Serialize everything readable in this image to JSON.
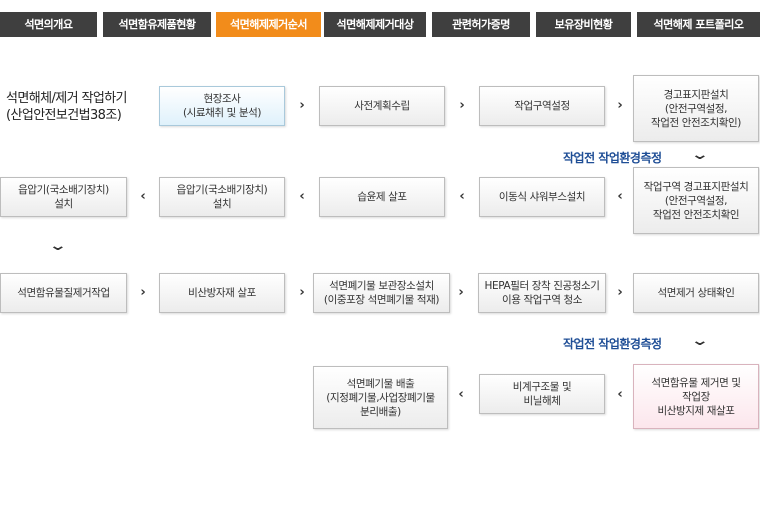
{
  "tabs": [
    {
      "label": "석면의개요",
      "active": false
    },
    {
      "label": "석면함유제품현황",
      "active": false
    },
    {
      "label": "석면해제제거순서",
      "active": true
    },
    {
      "label": "석면해제제거대상",
      "active": false
    },
    {
      "label": "관련허가증명",
      "active": false
    },
    {
      "label": "보유장비현황",
      "active": false
    },
    {
      "label": "석면해제 포트폴리오",
      "active": false
    }
  ],
  "start_title": "석면해체/제거 작업하기\n(산업안전보건법38조)",
  "measure_label": "작업전 작업환경측정",
  "arrows": {
    "right": "›",
    "left": "‹",
    "down": "⌄"
  },
  "row1": [
    "현장조사\n(시료채취 및 분석)",
    "사전계획수립",
    "작업구역설정",
    "경고표지판설치\n(안전구역설정,\n작업전 안전조치확인)"
  ],
  "row2": [
    "읍압기(국소배기장치)\n설치",
    "읍압기(국소배기장치)\n설치",
    "습윤제 살포",
    "이동식 샤워부스설치",
    "작업구역 경고표지판설치\n(안전구역설정,\n작업전 안전조치확인"
  ],
  "row3": [
    "석면함유물질제거작업",
    "비산방자재 살포",
    "석면폐기물 보관장소설치\n(이중포장 석면폐기물 적재)",
    "HEPA필터 장착 진공청소기\n이용  작업구역 청소",
    "석면제거 상태확인"
  ],
  "row4": [
    "석면폐기물 배출\n(지정폐기물,사업장폐기물\n분리배출)",
    "비계구조물 및\n비닐해체",
    "석면함유물 제거면 및\n작업장\n비산방지제 재살포"
  ]
}
